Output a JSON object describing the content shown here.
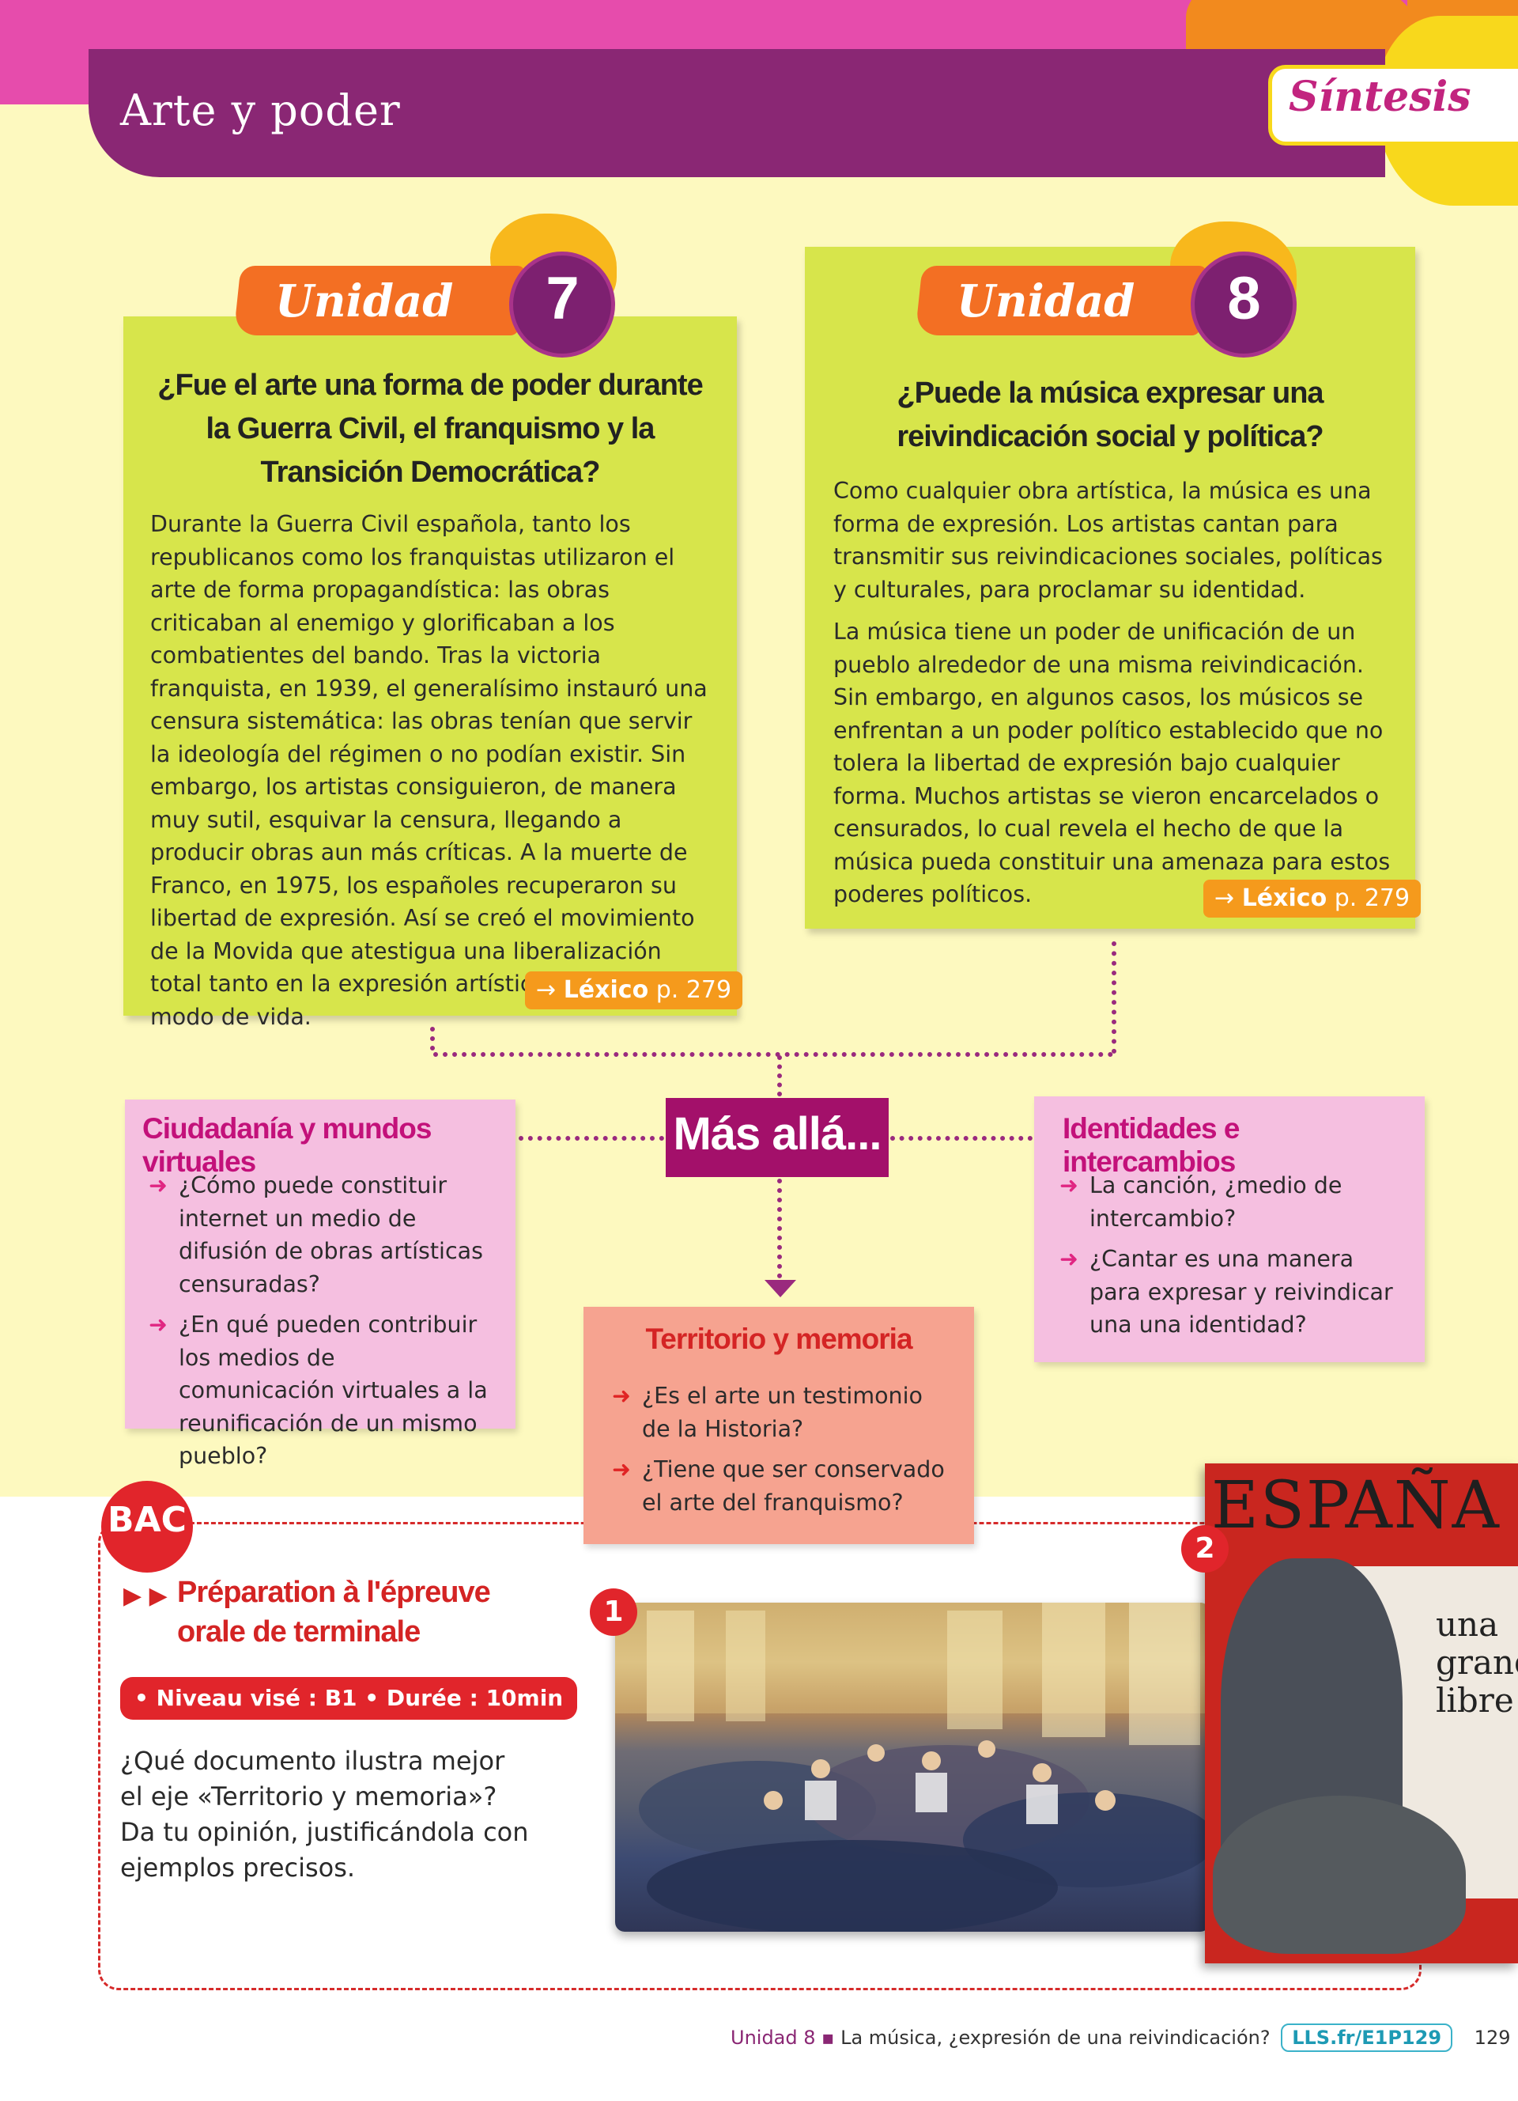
{
  "header": {
    "title": "Arte y poder",
    "section_tab": "Síntesis"
  },
  "unit7": {
    "label": "Unidad",
    "number": "7",
    "question": "¿Fue el arte una forma de poder durante la Guerra Civil, el franquismo y la Transición Democrática?",
    "body": "Durante la Guerra Civil española, tanto los republicanos como los franquistas utilizaron el arte de forma propagandística: las obras criticaban al enemigo y glorificaban a los combatientes del bando. Tras la victoria franquista, en 1939, el generalísimo instauró una censura sistemática: las obras tenían que servir la ideología del régimen o no podían existir. Sin embargo, los artistas consiguieron, de manera muy sutil, esquivar la censura, llegando a producir obras aun más críticas. A la muerte de Franco, en 1975, los españoles recuperaron su libertad de expresión. Así se creó el movimiento de la Movida que atestigua una liberalización total tanto en la expresión artística como en el modo de vida.",
    "lexico_label": "Léxico",
    "lexico_page": "p. 279"
  },
  "unit8": {
    "label": "Unidad",
    "number": "8",
    "question": "¿Puede la música expresar una reivindicación social y política?",
    "paragraphs": [
      "Como cualquier obra artística, la música es una forma de expresión. Los artistas cantan para transmitir sus reivindicaciones sociales, políticas y culturales, para proclamar su identidad.",
      "La música tiene un poder de unificación de un pueblo alrededor de una misma reivindicación. Sin embargo, en algunos casos, los músicos se enfrentan a un poder político establecido que no tolera la libertad de expresión bajo cualquier forma. Muchos artistas se vieron encarcelados o censurados, lo cual revela el hecho de que la música pueda constituir una amenaza para estos poderes políticos."
    ],
    "lexico_label": "Léxico",
    "lexico_page": "p. 279"
  },
  "mas_alla": "Más allá...",
  "themes": {
    "ciudadania": {
      "title": "Ciudadanía y mundos virtuales",
      "items": [
        "¿Cómo puede constituir internet un medio de difusión de obras artísticas censuradas?",
        "¿En qué pueden contribuir los medios de comunicación virtuales a la reunificación de un mismo pueblo?"
      ]
    },
    "identidades": {
      "title": "Identidades e intercambios",
      "items": [
        "La canción, ¿medio de intercambio?",
        "¿Cantar es una manera para expresar y reivindicar una una identidad?"
      ]
    },
    "territorio": {
      "title": "Territorio y memoria",
      "items": [
        "¿Es el arte un testimonio de la Historia?",
        "¿Tiene que ser conservado el arte del franquismo?"
      ]
    }
  },
  "bac": {
    "badge": "BAC",
    "title_line1": "Préparation à l'épreuve",
    "title_line2": "orale de terminale",
    "level": "• Niveau visé : B1 • Durée : 10min",
    "question": "¿Qué documento ilustra mejor el eje «Territorio y memoria»? Da tu opinión, justificándola con ejemplos precisos."
  },
  "documents": {
    "doc1_number": "1",
    "doc2_number": "2",
    "poster_title": "ESPAÑA",
    "poster_subtitle_1": "una",
    "poster_subtitle_2": "grande",
    "poster_subtitle_3": "libre"
  },
  "footer": {
    "unit": "Unidad 8",
    "chapter": "La música, ¿expresión de una reivindicación?",
    "link": "LLS.fr/E1P129",
    "page": "129"
  },
  "colors": {
    "pink": "#e64cac",
    "purple": "#8a2774",
    "green_box": "#d7e54b",
    "orange": "#f36f23",
    "pink_box": "#f5bfe0",
    "salmon_box": "#f6a390",
    "magenta": "#a3106a",
    "red": "#e1252b"
  }
}
